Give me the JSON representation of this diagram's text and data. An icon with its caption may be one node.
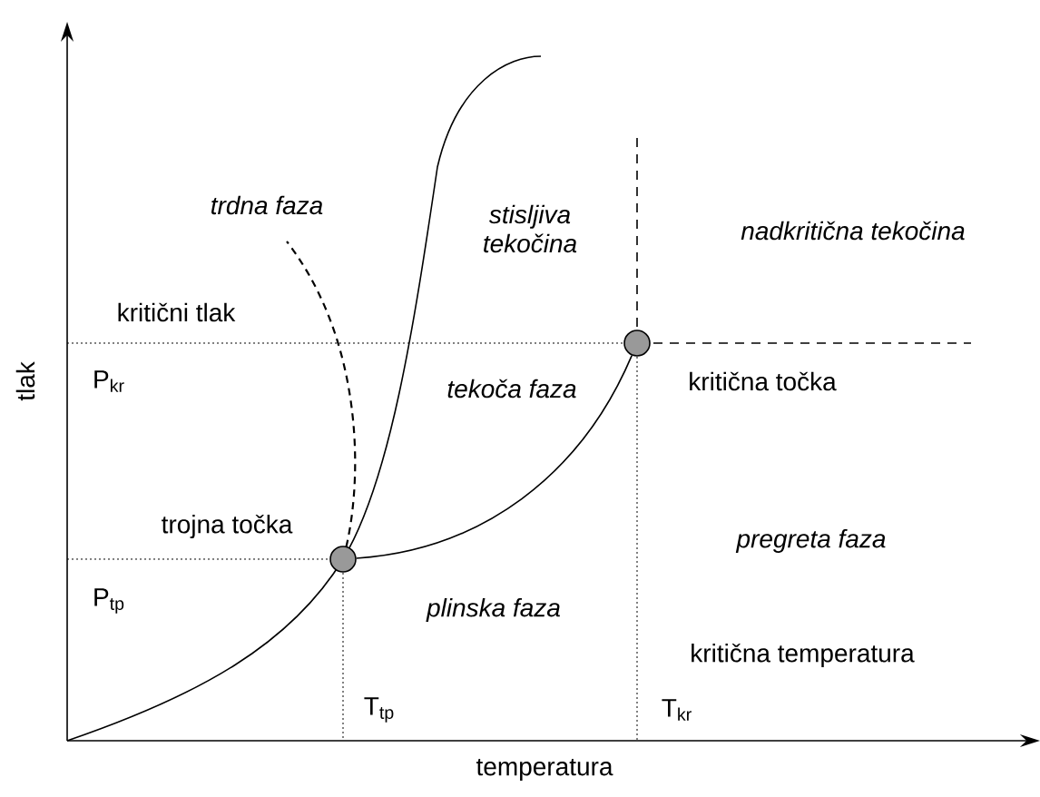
{
  "diagram": {
    "nodes": [
      {
        "text": [],
        "shape": "circle",
        "beside": [
          "trojna točka"
        ]
      },
      {
        "text": [],
        "shape": "circle",
        "beside": [
          "kritična točka"
        ]
      }
    ],
    "edges": [
      {
        "from": 0,
        "to": 1,
        "arrow": "none"
      }
    ],
    "labels": [
      "trdna faza",
      "stisljiva tekočina",
      "nadkritična tekočina",
      "kritični tlak",
      "P$_{kr}$",
      "tekoča faza",
      "pregreta faza",
      "P$_{tp}$",
      "plinska faza",
      "kritična temperatura",
      "T$_{tp}$",
      "T$_{kr}$",
      "tlak",
      "temperatura"
    ]
  }
}
